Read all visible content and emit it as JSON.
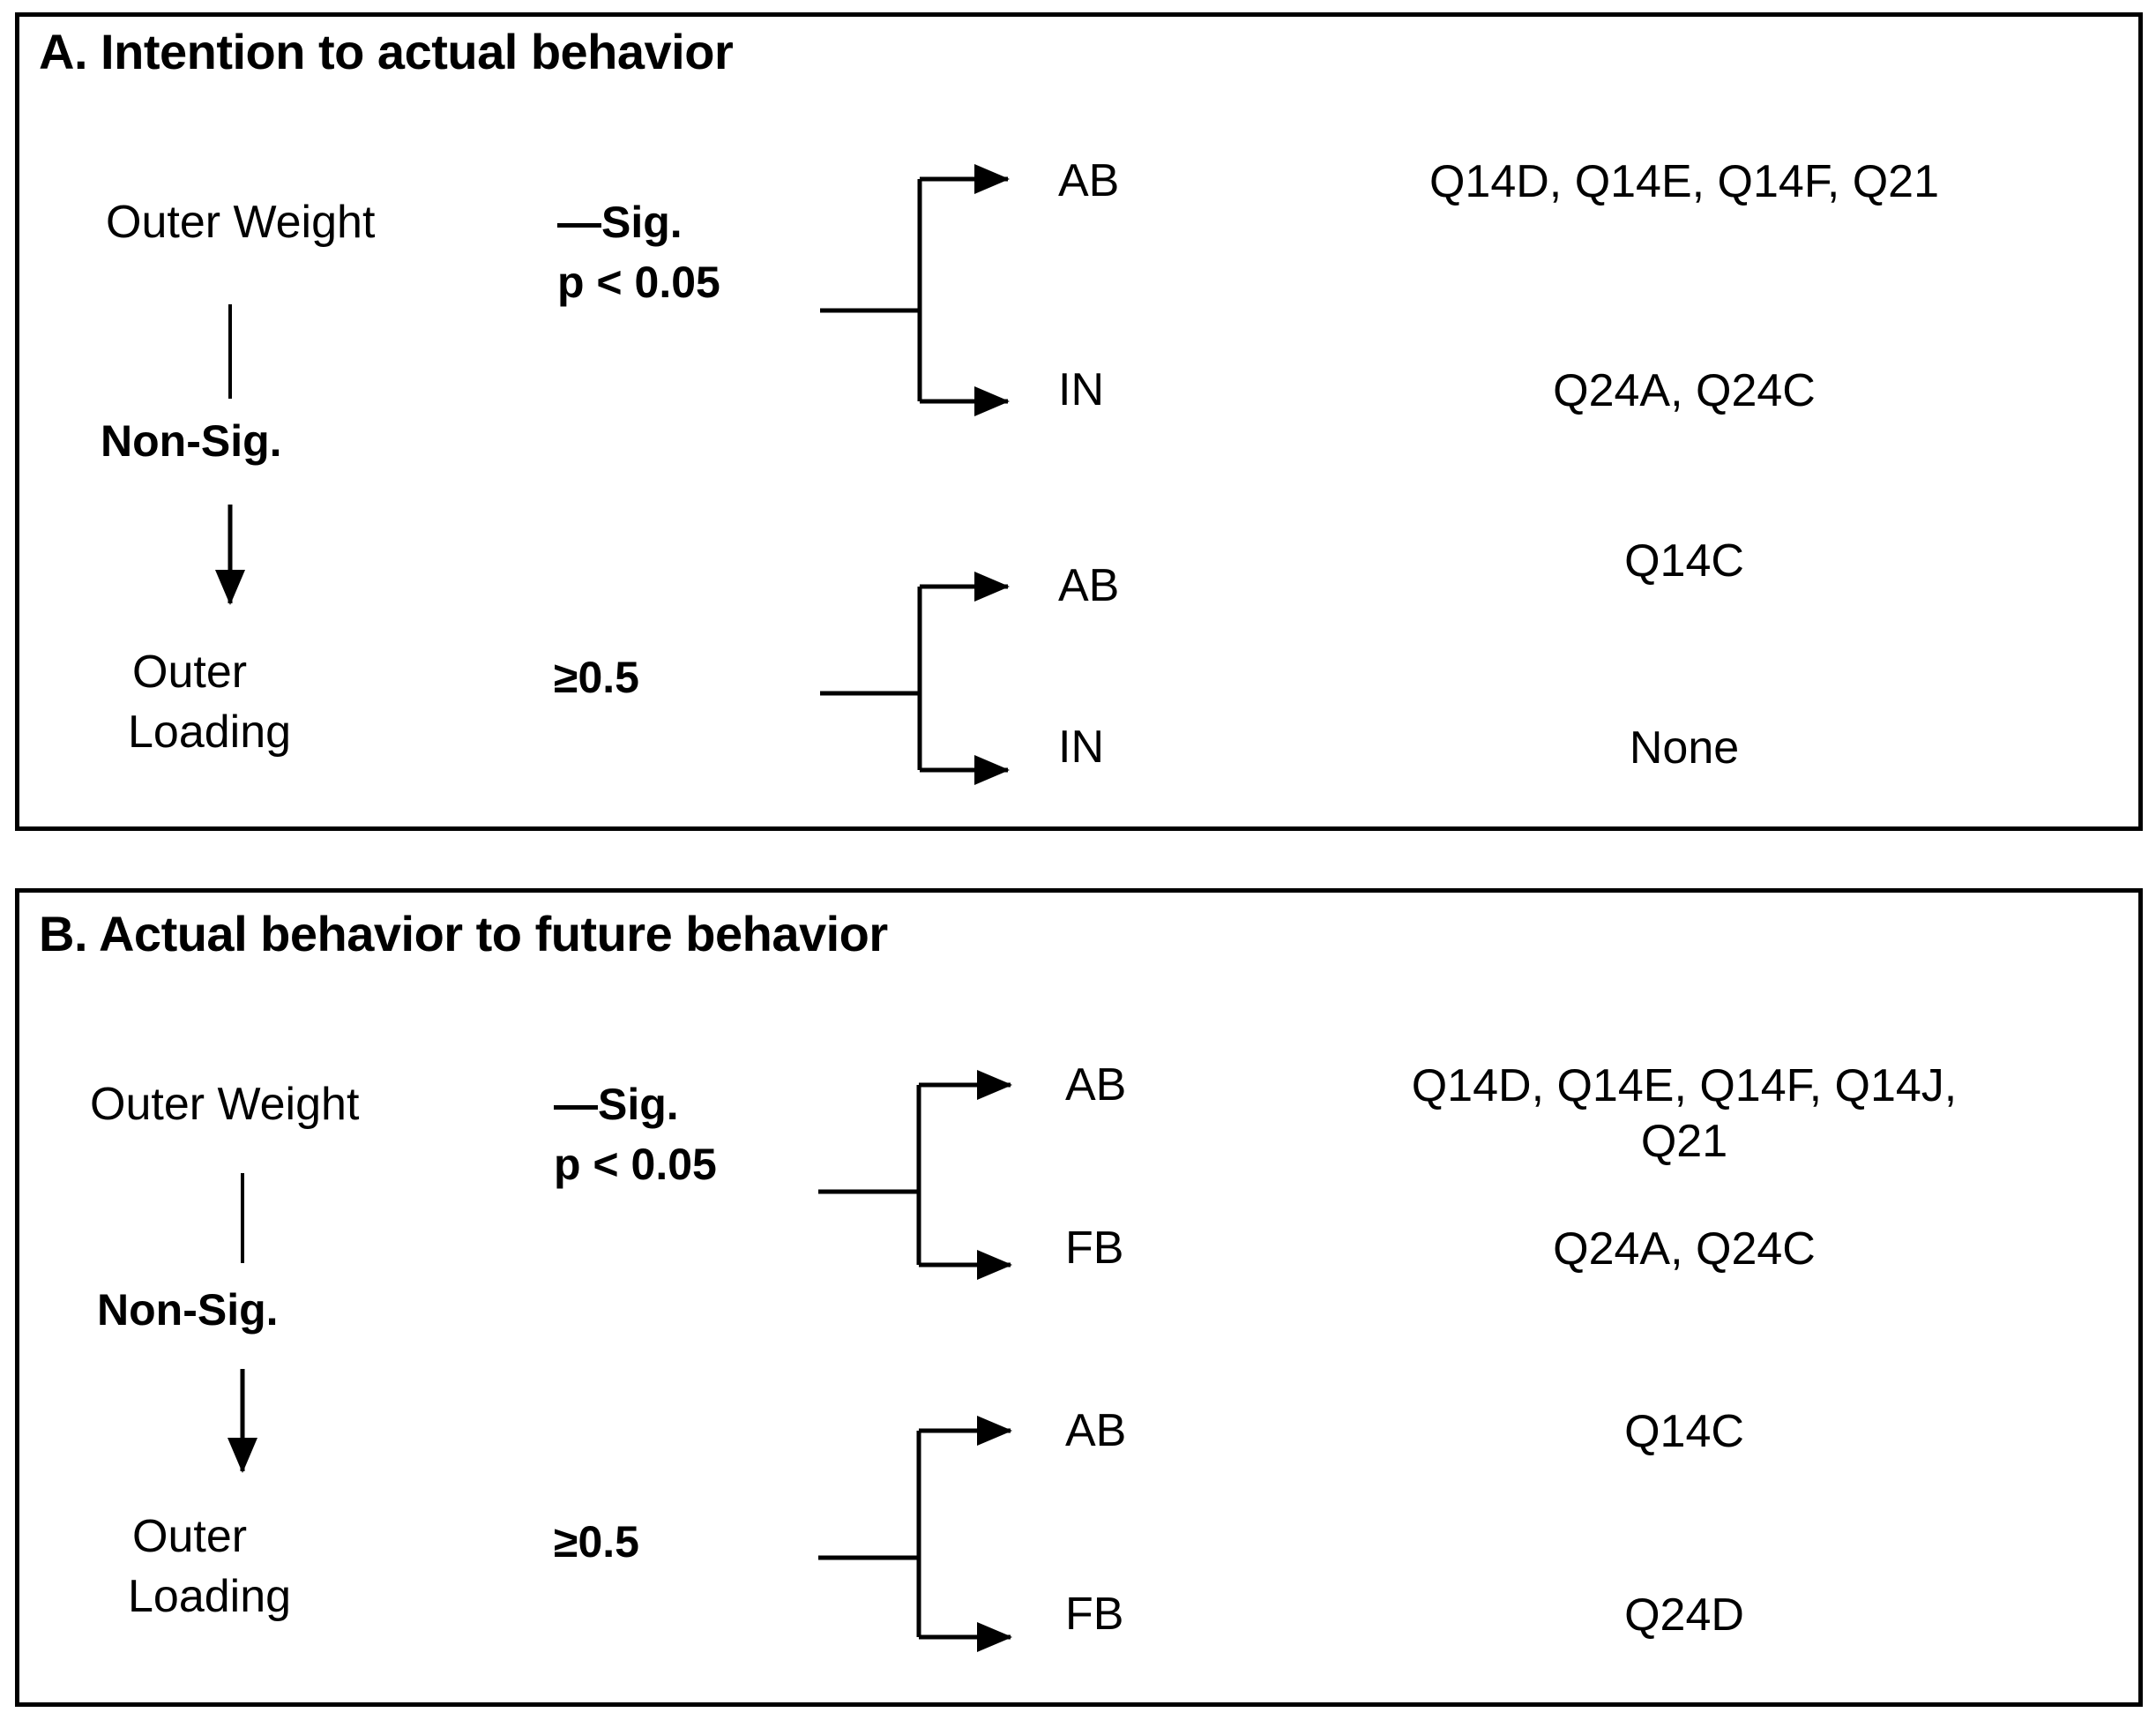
{
  "figure": {
    "background": "#ffffff",
    "stroke_color": "#000000"
  },
  "panels": [
    {
      "id": "panel-a",
      "title": "A. Intention to actual behavior",
      "source_primary": "Outer Weight",
      "source_secondary_line1": "Outer",
      "source_secondary_line2": "Loading",
      "branch_non_sig": "Non-Sig.",
      "criterion_sig_line1": "—Sig.",
      "criterion_sig_line2": "p < 0.05",
      "criterion_loading": "≥0.5",
      "rows": [
        {
          "target": "AB",
          "items": "Q14D, Q14E, Q14F, Q21"
        },
        {
          "target": "IN",
          "items": "Q24A, Q24C"
        },
        {
          "target": "AB",
          "items": "Q14C"
        },
        {
          "target": "IN",
          "items": "None"
        }
      ]
    },
    {
      "id": "panel-b",
      "title": "B. Actual behavior to future behavior",
      "source_primary": "Outer Weight",
      "source_secondary_line1": "Outer",
      "source_secondary_line2": "Loading",
      "branch_non_sig": "Non-Sig.",
      "criterion_sig_line1": "—Sig.",
      "criterion_sig_line2": "p < 0.05",
      "criterion_loading": "≥0.5",
      "rows": [
        {
          "target": "AB",
          "items_line1": "Q14D, Q14E, Q14F, Q14J,",
          "items_line2": "Q21"
        },
        {
          "target": "FB",
          "items": "Q24A, Q24C"
        },
        {
          "target": "AB",
          "items": "Q14C"
        },
        {
          "target": "FB",
          "items": "Q24D"
        }
      ]
    }
  ]
}
